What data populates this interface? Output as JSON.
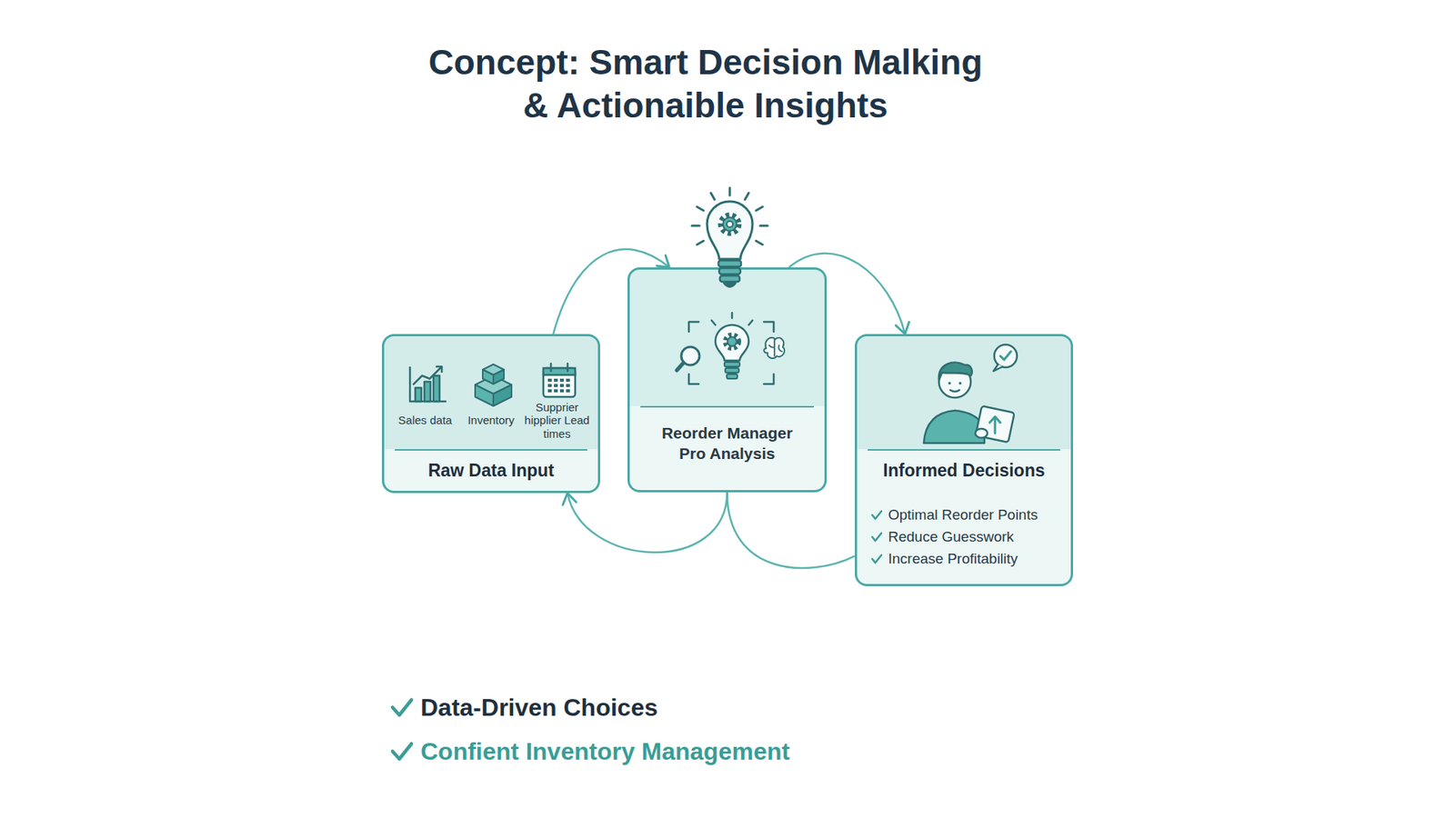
{
  "diagram": {
    "title": "Concept: Smart Decision Malking & Actionaible Insights",
    "nodes": [
      {
        "text": [
          "Sales data",
          "Inventory",
          "Supprier hipplier Lead times",
          "Raw Data Input"
        ]
      },
      {
        "text": [
          "Reorder Manager Pro Analysis"
        ]
      },
      {
        "text": [
          "Informed Decisions",
          "Optimal Reorder Points",
          "Reduce Guesswork",
          "Increase Profitability"
        ]
      }
    ],
    "edges": [
      {
        "from": 0,
        "to": 1,
        "arrow": "to"
      },
      {
        "from": 1,
        "to": 2,
        "arrow": "to"
      },
      {
        "from": 1,
        "to": 0,
        "arrow": "to"
      },
      {
        "from": 2,
        "to": 1,
        "arrow": "none"
      }
    ],
    "labels": [
      "Data-Driven Choices",
      "Confient Inventory Management"
    ]
  }
}
